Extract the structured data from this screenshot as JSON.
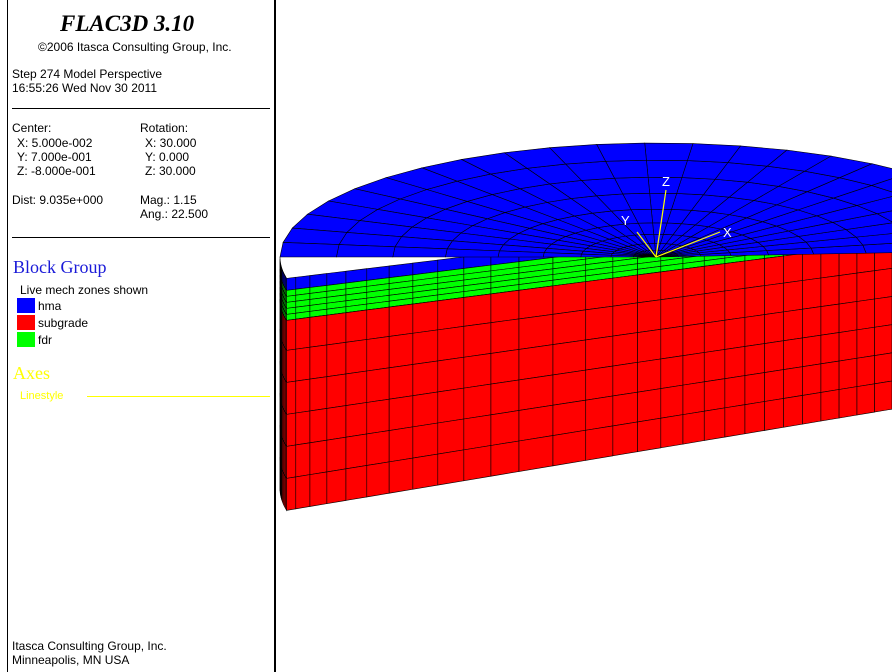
{
  "header": {
    "title": "FLAC3D 3.10",
    "copyright": "©2006 Itasca Consulting Group, Inc.",
    "step_line": "Step 274  Model Perspective",
    "timestamp": "16:55:26 Wed Nov 30 2011"
  },
  "view": {
    "center_label": "Center:",
    "center_x": "X: 5.000e-002",
    "center_y": "Y: 7.000e-001",
    "center_z": "Z: -8.000e-001",
    "dist": "Dist: 9.035e+000",
    "rotation_label": "Rotation:",
    "rot_x": "X:  30.000",
    "rot_y": "Y:   0.000",
    "rot_z": "Z:  30.000",
    "mag": "Mag.:    1.15",
    "ang": "Ang.:  22.500"
  },
  "legend": {
    "block_group_title": "Block Group",
    "shown_text": "Live mech zones shown",
    "groups": [
      {
        "label": "hma",
        "color": "#0000ff"
      },
      {
        "label": "subgrade",
        "color": "#ff0000"
      },
      {
        "label": "fdr",
        "color": "#00ff00"
      }
    ],
    "axes_title": "Axes",
    "linestyle_label": "Linestyle",
    "axes_color": "#ffff00"
  },
  "footer": {
    "company": "Itasca Consulting Group, Inc.",
    "location": "Minneapolis, MN  USA"
  },
  "model": {
    "axis_labels": {
      "x": "X",
      "y": "Y",
      "z": "Z"
    },
    "mesh_line_color": "#000000"
  }
}
